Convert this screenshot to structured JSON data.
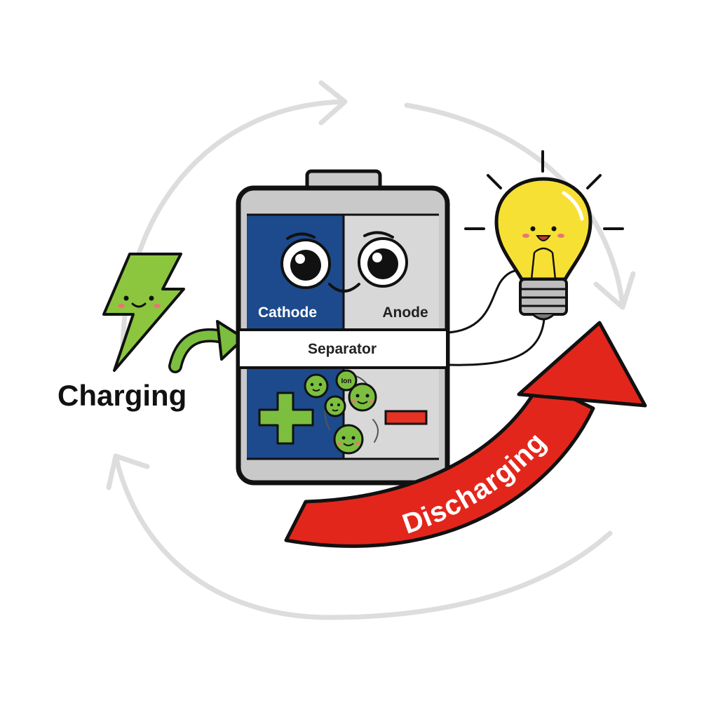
{
  "labels": {
    "cathode": "Cathode",
    "anode": "Anode",
    "separator": "Separator",
    "ion": "Ion",
    "charging": "Charging",
    "discharging": "Discharging"
  },
  "colors": {
    "cathode": "#1d4a8c",
    "anode": "#d8d8d8",
    "casing": "#c9c9c9",
    "outline": "#111111",
    "ion_green": "#7cbf3f",
    "bolt_green": "#8cc63f",
    "plus_green": "#7cbf3f",
    "minus_red": "#e53222",
    "discharge_red": "#e3261c",
    "bulb_yellow": "#f7e034",
    "cycle_grey": "#dddddd"
  },
  "icons": {
    "power_source": "lightning-bolt-icon",
    "load": "light-bulb-icon",
    "positive": "plus-icon",
    "negative": "minus-icon"
  }
}
